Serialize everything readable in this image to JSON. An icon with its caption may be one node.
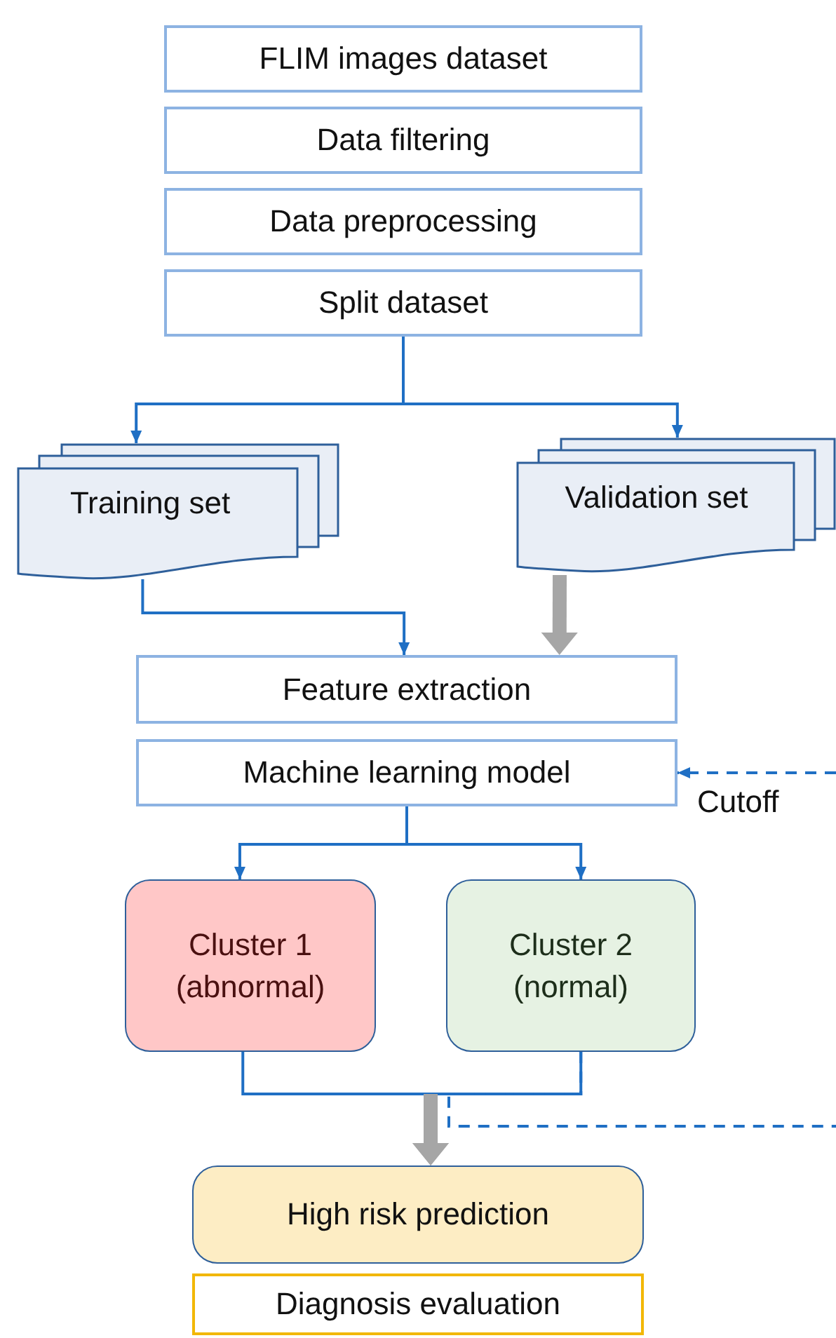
{
  "diagram": {
    "nodes": [
      {
        "text": [
          "FLIM images dataset"
        ]
      },
      {
        "text": [
          "Data filtering"
        ]
      },
      {
        "text": [
          "Data preprocessing"
        ]
      },
      {
        "text": [
          "Split dataset"
        ]
      },
      {
        "text": [
          "Training set"
        ]
      },
      {
        "text": [
          "Validation set"
        ]
      },
      {
        "text": [
          "Feature extraction"
        ]
      },
      {
        "text": [
          "Machine learning model"
        ]
      },
      {
        "text": [
          "Cluster 1 (abnormal)"
        ]
      },
      {
        "text": [
          "Cluster 2 (normal)"
        ]
      },
      {
        "text": [
          "High risk prediction"
        ]
      },
      {
        "text": [
          "Diagnosis evaluation"
        ]
      }
    ],
    "edges": [
      {
        "from": 3,
        "to": 4,
        "arrow": "to"
      },
      {
        "from": 3,
        "to": 5,
        "arrow": "to"
      },
      {
        "from": 4,
        "to": 6,
        "arrow": "to"
      },
      {
        "from": 5,
        "to": 6,
        "arrow": "to",
        "style": "thick",
        "color": "#a6a6a6"
      },
      {
        "from": 7,
        "to": 8,
        "arrow": "to"
      },
      {
        "from": 7,
        "to": 9,
        "arrow": "to"
      },
      {
        "from": 8,
        "to": 10,
        "arrow": "to"
      },
      {
        "from": 9,
        "to": 10,
        "arrow": "to"
      },
      {
        "from": 9,
        "to": null,
        "arrow": "none",
        "style": "dashed"
      },
      {
        "from": null,
        "to": 7,
        "arrow": "to",
        "style": "dashed",
        "label": "Cutoff"
      }
    ]
  }
}
